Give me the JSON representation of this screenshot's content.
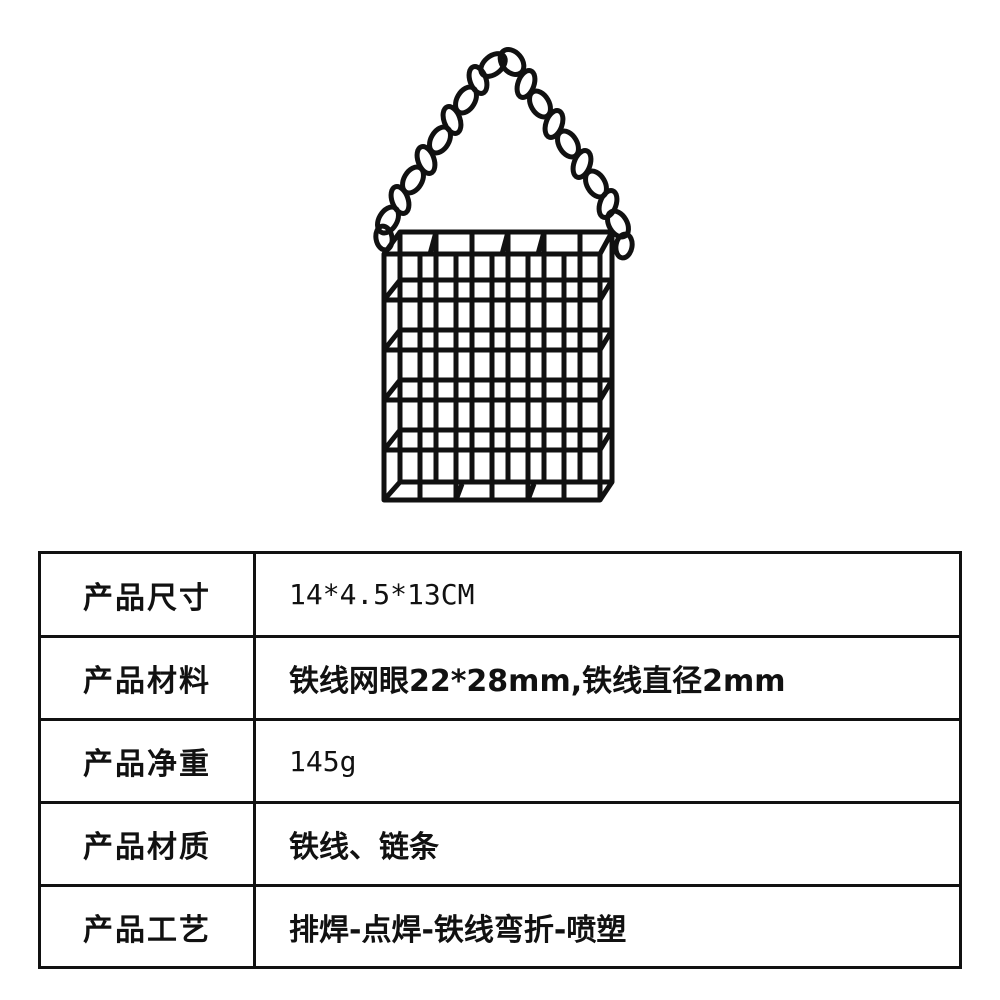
{
  "image": {
    "icon": "wire-suet-cage-with-chain"
  },
  "specs": {
    "rows": [
      {
        "label": "产品尺寸",
        "value": "14*4.5*13CM"
      },
      {
        "label": "产品材料",
        "value": "铁线网眼22*28mm,铁线直径2mm"
      },
      {
        "label": "产品净重",
        "value": "145g"
      },
      {
        "label": "产品材质",
        "value": "铁线、链条"
      },
      {
        "label": "产品工艺",
        "value": "排焊-点焊-铁线弯折-喷塑"
      }
    ]
  },
  "colors": {
    "line": "#111111",
    "background": "#ffffff"
  }
}
